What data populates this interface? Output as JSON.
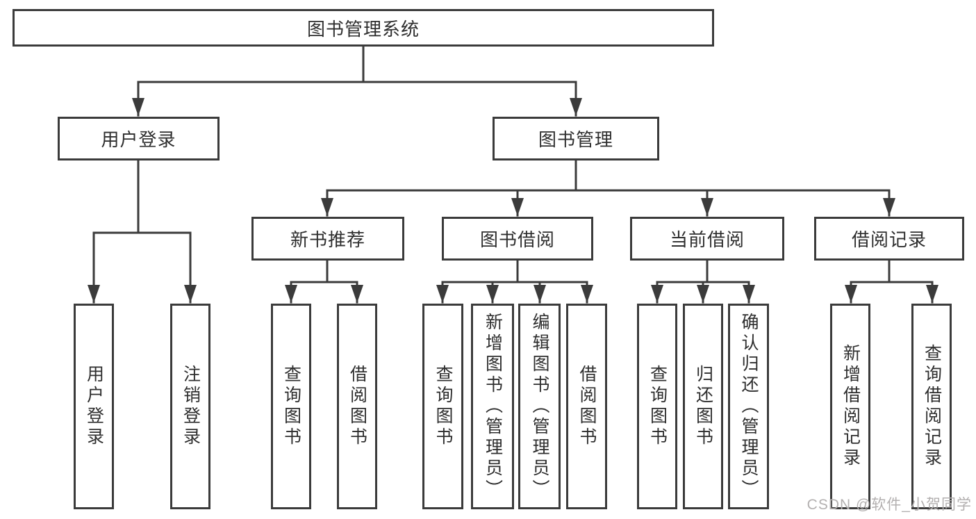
{
  "diagram": {
    "title": "图书管理系统",
    "type": "hierarchy-tree",
    "colors": {
      "line": "#3b3b3b",
      "text": "#2e2e2e",
      "background": "#ffffff",
      "watermark": "#b3b0b0"
    }
  },
  "nodes": {
    "root": {
      "label": "图书管理系统"
    },
    "user_login": {
      "label": "用户登录"
    },
    "book_mgmt": {
      "label": "图书管理"
    },
    "new_book_rec": {
      "label": "新书推荐"
    },
    "book_borrow": {
      "label": "图书借阅"
    },
    "current_borrow": {
      "label": "当前借阅"
    },
    "borrow_records": {
      "label": "借阅记录"
    },
    "ul_login": {
      "label": "用户登录"
    },
    "ul_logout": {
      "label": "注销登录"
    },
    "nbr_query": {
      "label": "查询图书"
    },
    "nbr_borrow": {
      "label": "借阅图书"
    },
    "bb_query": {
      "label": "查询图书"
    },
    "bb_add": {
      "label": "新增图书（管理员）"
    },
    "bb_edit": {
      "label": "编辑图书（管理员）"
    },
    "bb_borrow": {
      "label": "借阅图书"
    },
    "cb_query": {
      "label": "查询图书"
    },
    "cb_return": {
      "label": "归还图书"
    },
    "cb_confirm": {
      "label": "确认归还（管理员）"
    },
    "br_add": {
      "label": "新增借阅记录"
    },
    "br_query": {
      "label": "查询借阅记录"
    }
  },
  "tree": {
    "label": "图书管理系统",
    "children": [
      {
        "label": "用户登录",
        "children": [
          {
            "label": "用户登录"
          },
          {
            "label": "注销登录"
          }
        ]
      },
      {
        "label": "图书管理",
        "children": [
          {
            "label": "新书推荐",
            "children": [
              {
                "label": "查询图书"
              },
              {
                "label": "借阅图书"
              }
            ]
          },
          {
            "label": "图书借阅",
            "children": [
              {
                "label": "查询图书"
              },
              {
                "label": "新增图书（管理员）"
              },
              {
                "label": "编辑图书（管理员）"
              },
              {
                "label": "借阅图书"
              }
            ]
          },
          {
            "label": "当前借阅",
            "children": [
              {
                "label": "查询图书"
              },
              {
                "label": "归还图书"
              },
              {
                "label": "确认归还（管理员）"
              }
            ]
          },
          {
            "label": "借阅记录",
            "children": [
              {
                "label": "新增借阅记录"
              },
              {
                "label": "查询借阅记录"
              }
            ]
          }
        ]
      }
    ]
  },
  "watermark": {
    "text": "CSDN @软件_小贺同学"
  }
}
